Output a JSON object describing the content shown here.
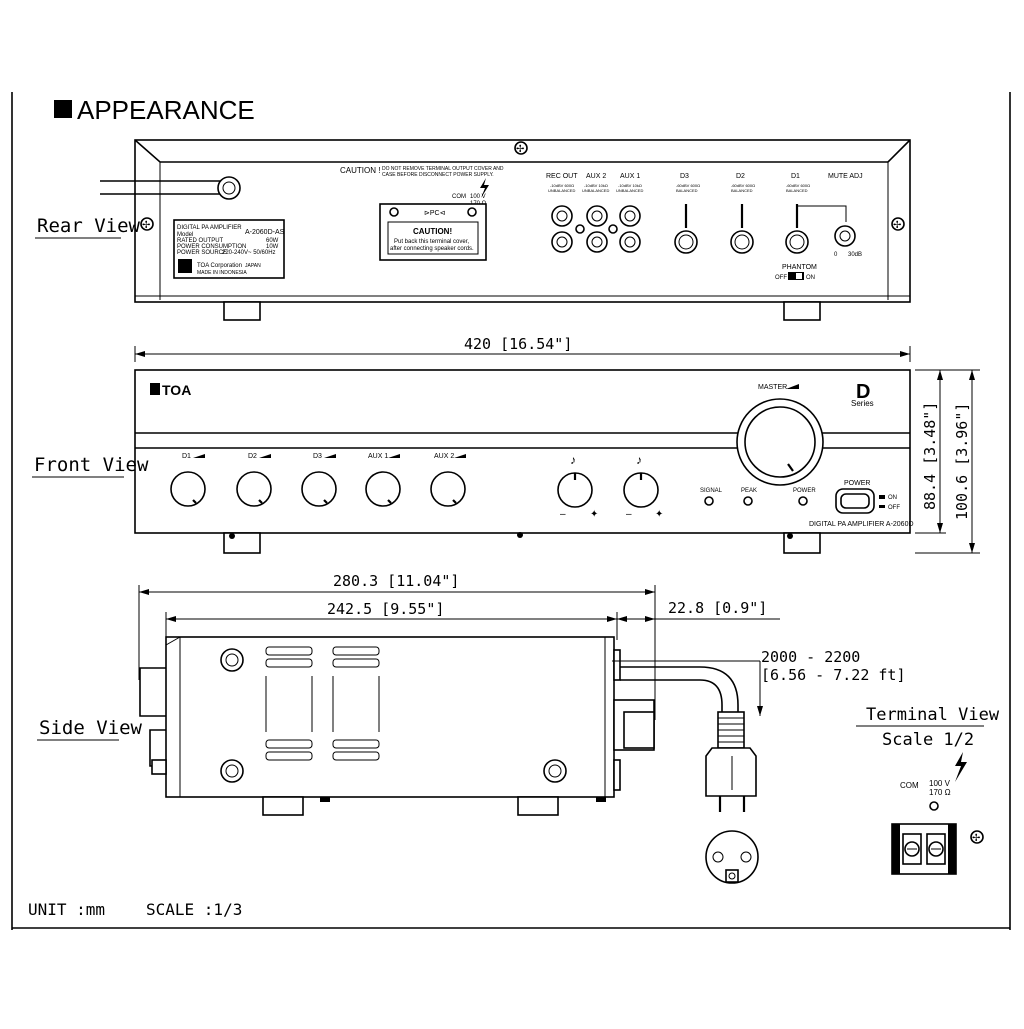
{
  "title": "APPEARANCE",
  "views": {
    "rear": "Rear View",
    "front": "Front View",
    "side": "Side View",
    "terminal": "Terminal View",
    "terminal_scale": "Scale 1/2"
  },
  "footer": {
    "unit": "UNIT :mm",
    "scale": "SCALE :1/3"
  },
  "dimensions": {
    "width": "420 [16.54\"]",
    "depth_total": "280.3 [11.04\"]",
    "depth_body": "242.5 [9.55\"]",
    "depth_rear": "22.8 [0.9\"]",
    "height_panel": "88.4 [3.48\"]",
    "height_total": "100.6 [3.96\"]",
    "cord_length_1": "2000 - 2200",
    "cord_length_2": "[6.56 - 7.22 ft]"
  },
  "rear_panel": {
    "caution": "CAUTION !",
    "caution_note_1": "DO NOT REMOVE TERMINAL OUTPUT COVER AND",
    "caution_note_2": "CASE BEFORE DISCONNECT POWER SUPPLY.",
    "com": "COM",
    "volt_100": "100 V",
    "ohm_170": "170 Ω",
    "cover_marking": "⊳PC⊲",
    "cover_caution": "CAUTION!",
    "cover_text_1": "Put back this terminal cover,",
    "cover_text_2": "after connecting speaker cords.",
    "rec_out": "REC OUT",
    "rec_out_sub_1": "-10dBV 600Ω",
    "rec_out_sub_2": "UNBALANCED",
    "aux2": "AUX 2",
    "aux2_sub_1": "-10dBV 10kΩ",
    "aux2_sub_2": "UNBALANCED",
    "aux1": "AUX 1",
    "aux1_sub_1": "-10dBV 10kΩ",
    "aux1_sub_2": "UNBALANCED",
    "d3": "D3",
    "d3_sub_1": "-60dBV 600Ω",
    "d3_sub_2": "BALANCED",
    "d2": "D2",
    "d2_sub_1": "-60dBV 600Ω",
    "d2_sub_2": "BALANCED",
    "d1": "D1",
    "d1_sub_1": "-60dBV 600Ω",
    "d1_sub_2": "BALANCED",
    "mute_adj": "MUTE ADJ",
    "mute_0": "0",
    "mute_30": "30dB",
    "phantom": "PHANTOM",
    "phantom_off": "OFF",
    "phantom_on": "ON",
    "label_model_line": "DIGITAL PA AMPLIFIER",
    "label_model_key": "Model",
    "label_model_val": "A-2060D-AS",
    "label_rated_key": "RATED OUTPUT",
    "label_rated_val": "60W",
    "label_power_key": "POWER CONSUMPTION",
    "label_power_val": "10W",
    "label_source_key": "POWER SOURCE",
    "label_source_val": "220-240V~ 50/60Hz",
    "label_corp": "TOA Corporation",
    "label_japan": "JAPAN",
    "label_made": "MADE IN INDONESIA"
  },
  "front_panel": {
    "brand": "TOA",
    "master": "MASTER",
    "series_letter": "D",
    "series_word": "Series",
    "knobs": [
      "D1",
      "D2",
      "D3",
      "AUX 1",
      "AUX 2"
    ],
    "bass_icon": "♪",
    "treble_icon": "♪",
    "signal": "SIGNAL",
    "peak": "PEAK",
    "power_led": "POWER",
    "power_button": "POWER",
    "power_on": "ON",
    "power_off": "OFF",
    "model_caption": "DIGITAL PA AMPLIFIER A-2060D"
  },
  "terminal_view": {
    "com": "COM",
    "volt_100": "100 V",
    "ohm_170": "170 Ω"
  }
}
